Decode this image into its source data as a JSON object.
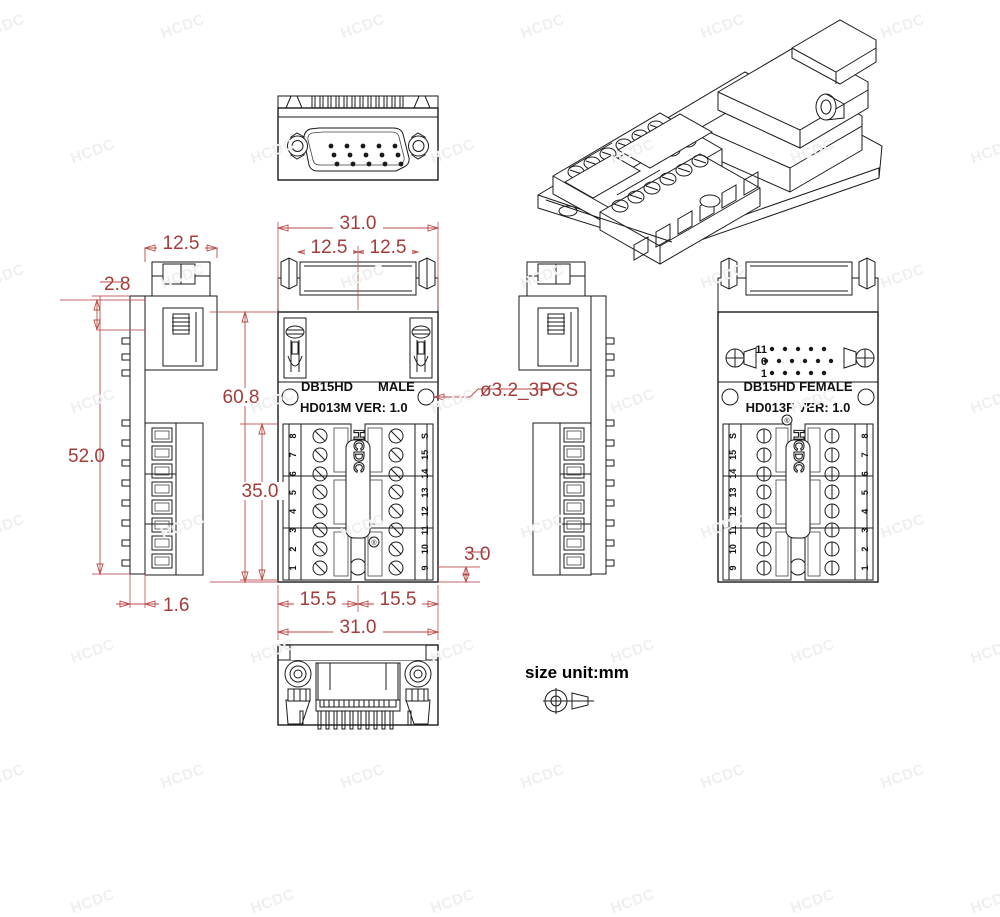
{
  "drawing": {
    "title_male": "DB15HD",
    "title_male_gender": "MALE",
    "model_male": "HD013M VER: 1.0",
    "title_female": "DB15HD FEMALE",
    "model_female": "HD013F VER: 1.0",
    "brand": "HCDC",
    "brand_mark": "®",
    "unit_note": "size unit:mm",
    "watermark": "HCDC",
    "colors": {
      "dimension": "#a33c3a",
      "line": "#1a1a1a",
      "watermark": "#efefef",
      "background": "#ffffff"
    }
  },
  "dimensions": {
    "top_overall_width": "31.0",
    "top_half_left": "12.5",
    "top_half_right": "12.5",
    "side_width": "12.5",
    "side_offset": "2.8",
    "side_height": "52.0",
    "side_pin_pitch": "1.6",
    "board_height": "60.8",
    "terminal_height": "35.0",
    "hole_offset": "3.0",
    "bottom_half_left": "15.5",
    "bottom_half_right": "15.5",
    "bottom_overall_width": "31.0",
    "hole_callout": "ø3.2_3PCS"
  },
  "terminals": {
    "male_left_column": [
      "8",
      "7",
      "6",
      "5",
      "4",
      "3",
      "2",
      "1"
    ],
    "male_right_column": [
      "S",
      "15",
      "14",
      "13",
      "12",
      "11",
      "10",
      "9"
    ],
    "female_left_column": [
      "S",
      "15",
      "14",
      "13",
      "12",
      "11",
      "10",
      "9"
    ],
    "female_right_column": [
      "8",
      "7",
      "6",
      "5",
      "4",
      "3",
      "2",
      "1"
    ]
  },
  "pinmap": {
    "row_labels": [
      "11",
      "6",
      "1"
    ],
    "row_counts": [
      5,
      5,
      5
    ],
    "connector_rows": 3,
    "total_pins": 15
  },
  "views": {
    "front_connector": "DB15HD front view",
    "isometric": "3D isometric assembly view",
    "left_side": "left side view",
    "male_top": "male breakout board top view",
    "right_side": "right side view",
    "female_top": "female breakout board top view",
    "bottom": "bottom view"
  }
}
